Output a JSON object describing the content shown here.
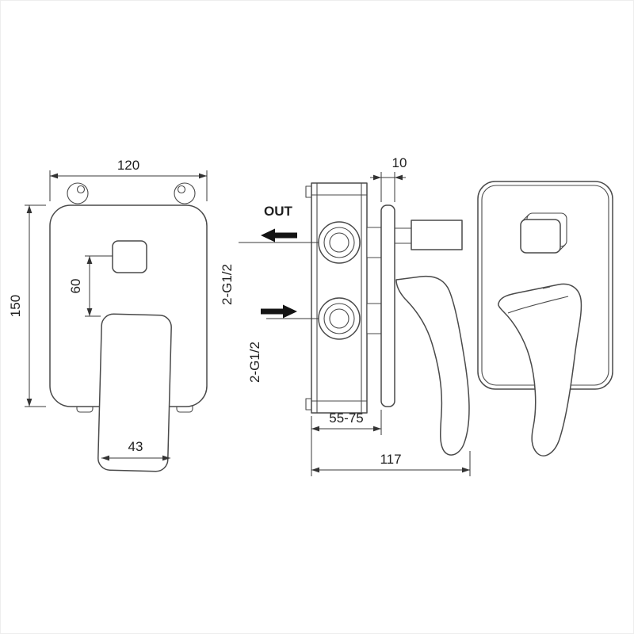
{
  "views": {
    "front": {
      "plate_width": "120",
      "plate_height": "150",
      "button_to_handle": "60",
      "handle_width": "43"
    },
    "side": {
      "out_label": "OUT",
      "plate_thickness": "10",
      "top_port_thread": "2-G1/2",
      "bottom_port_thread": "2-G1/2",
      "installation_depth": "55-75",
      "overall_depth": "117"
    }
  },
  "colors": {
    "background": "#ffffff",
    "line": "#4a4a4a",
    "text": "#1f1f1f",
    "flow_arrow": "#141414"
  }
}
